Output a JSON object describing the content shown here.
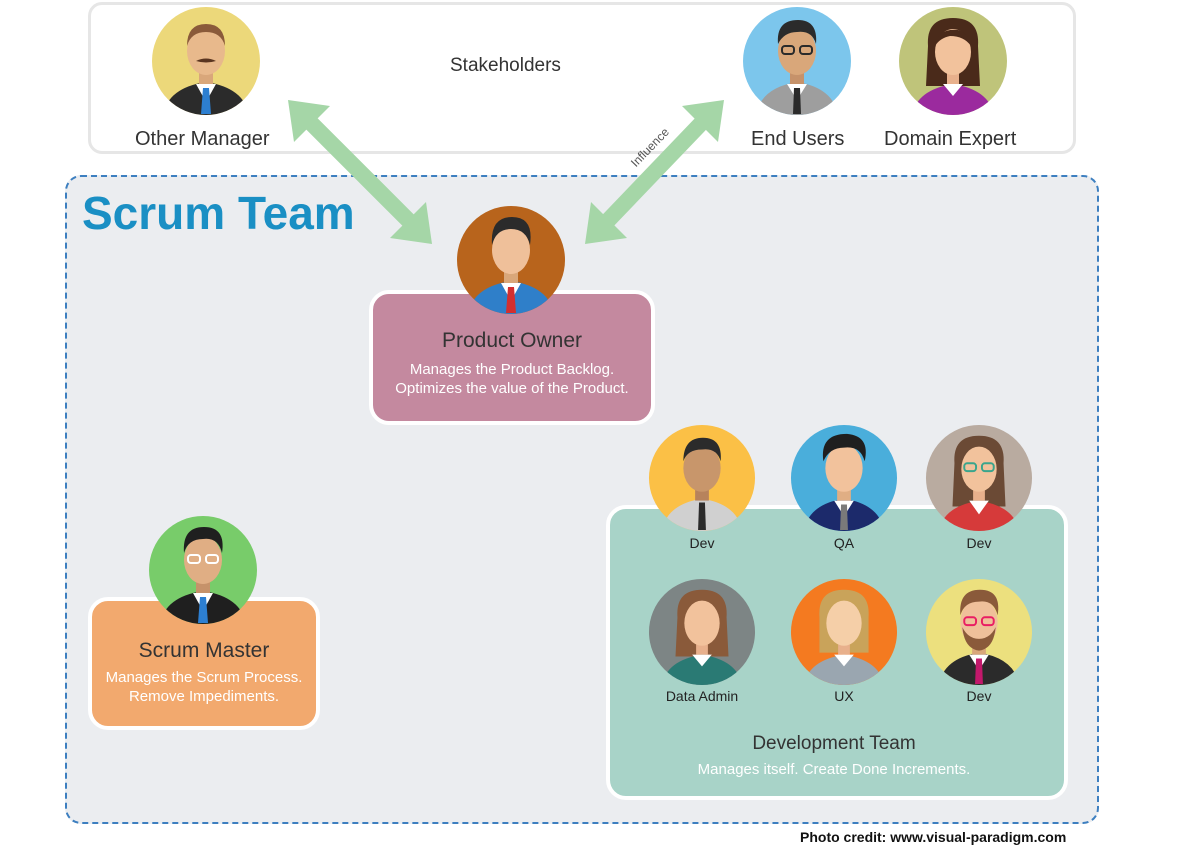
{
  "stakeholders": {
    "title": "Stakeholders",
    "members": [
      {
        "label": "Other Manager"
      },
      {
        "label": "End Users"
      },
      {
        "label": "Domain Expert"
      }
    ]
  },
  "influence_label": "Influence",
  "scrum_team": {
    "title": "Scrum Team",
    "product_owner": {
      "title": "Product Owner",
      "line1": "Manages the Product Backlog.",
      "line2": "Optimizes the value of the Product."
    },
    "scrum_master": {
      "title": "Scrum Master",
      "line1": "Manages the Scrum Process.",
      "line2": "Remove Impediments."
    },
    "development_team": {
      "title": "Development Team",
      "description": "Manages itself.  Create Done Increments.",
      "members": [
        {
          "label": "Dev"
        },
        {
          "label": "QA"
        },
        {
          "label": "Dev"
        },
        {
          "label": "Data Admin"
        },
        {
          "label": "UX"
        },
        {
          "label": "Dev"
        }
      ]
    }
  },
  "photo_credit": "Photo credit: www.visual-paradigm.com",
  "colors": {
    "scrum_team_title": "#1a8fc4",
    "product_owner_card": "#c4899f",
    "scrum_master_card": "#f2a96e",
    "development_team_card": "#a8d3c8",
    "arrow": "#a5d6a7",
    "panel_border": "#3d7fc0"
  }
}
